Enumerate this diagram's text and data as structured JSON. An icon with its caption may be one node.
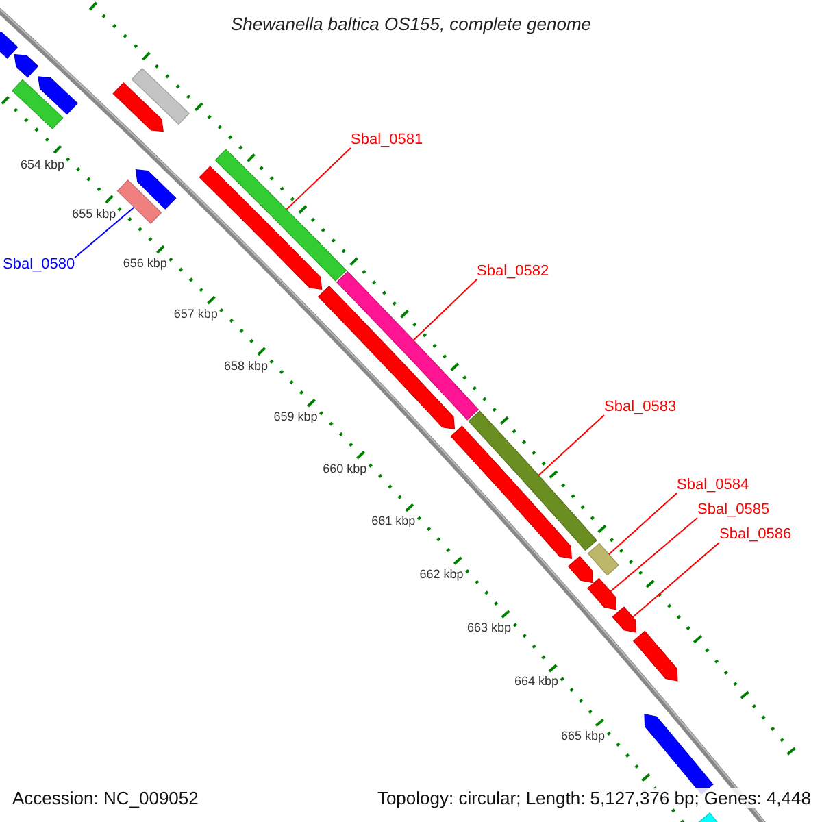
{
  "diagram": {
    "title": "Shewanella baltica OS155, complete genome",
    "nodes": [
      {
        "text": [
          "Sbal_0580"
        ]
      },
      {
        "text": [
          "Sbal_0581"
        ]
      },
      {
        "text": [
          "Sbal_0582"
        ]
      },
      {
        "text": [
          "Sbal_0583"
        ]
      },
      {
        "text": [
          "Sbal_0584"
        ]
      },
      {
        "text": [
          "Sbal_0585"
        ]
      },
      {
        "text": [
          "Sbal_0586"
        ]
      },
      {
        "text": [],
        "shape": "arrow"
      },
      {
        "text": [],
        "shape": "arrow"
      },
      {
        "text": [],
        "shape": "bar"
      },
      {
        "text": [],
        "shape": "arrow"
      },
      {
        "text": [],
        "shape": "arrow"
      },
      {
        "text": [],
        "shape": "bar"
      },
      {
        "text": [],
        "shape": "bar"
      },
      {
        "text": [],
        "shape": "arrow"
      },
      {
        "text": [],
        "shape": "arrow"
      },
      {
        "text": [],
        "shape": "bar"
      },
      {
        "text": [],
        "shape": "arrow"
      },
      {
        "text": [],
        "shape": "bar"
      },
      {
        "text": [],
        "shape": "arrow"
      },
      {
        "text": [],
        "shape": "bar"
      },
      {
        "text": [],
        "shape": "arrow"
      },
      {
        "text": [],
        "shape": "bar"
      },
      {
        "text": [],
        "shape": "arrow"
      },
      {
        "text": [],
        "shape": "arrow"
      },
      {
        "text": [],
        "shape": "arrow"
      },
      {
        "text": [],
        "shape": "arrow"
      },
      {
        "text": [],
        "shape": "bar"
      }
    ],
    "edges": [
      {
        "from": 0,
        "to": 12,
        "arrow": "none",
        "color": "#0000ff"
      },
      {
        "from": 1,
        "to": 16,
        "arrow": "none"
      },
      {
        "from": 2,
        "to": 18,
        "arrow": "none"
      },
      {
        "from": 3,
        "to": 20,
        "arrow": "none"
      },
      {
        "from": 4,
        "to": 22,
        "arrow": "none"
      },
      {
        "from": 5,
        "to": 23,
        "arrow": "none"
      },
      {
        "from": 6,
        "to": 24,
        "arrow": "none"
      }
    ],
    "labels": [
      "654 kbp",
      "655 kbp",
      "656 kbp",
      "657 kbp",
      "658 kbp",
      "659 kbp",
      "660 kbp",
      "661 kbp",
      "662 kbp",
      "663 kbp",
      "664 kbp",
      "665 kbp",
      "Accession: NC_009052",
      "Topology: circular; Length: 5,127,376 bp; Genes: 4,448"
    ]
  }
}
